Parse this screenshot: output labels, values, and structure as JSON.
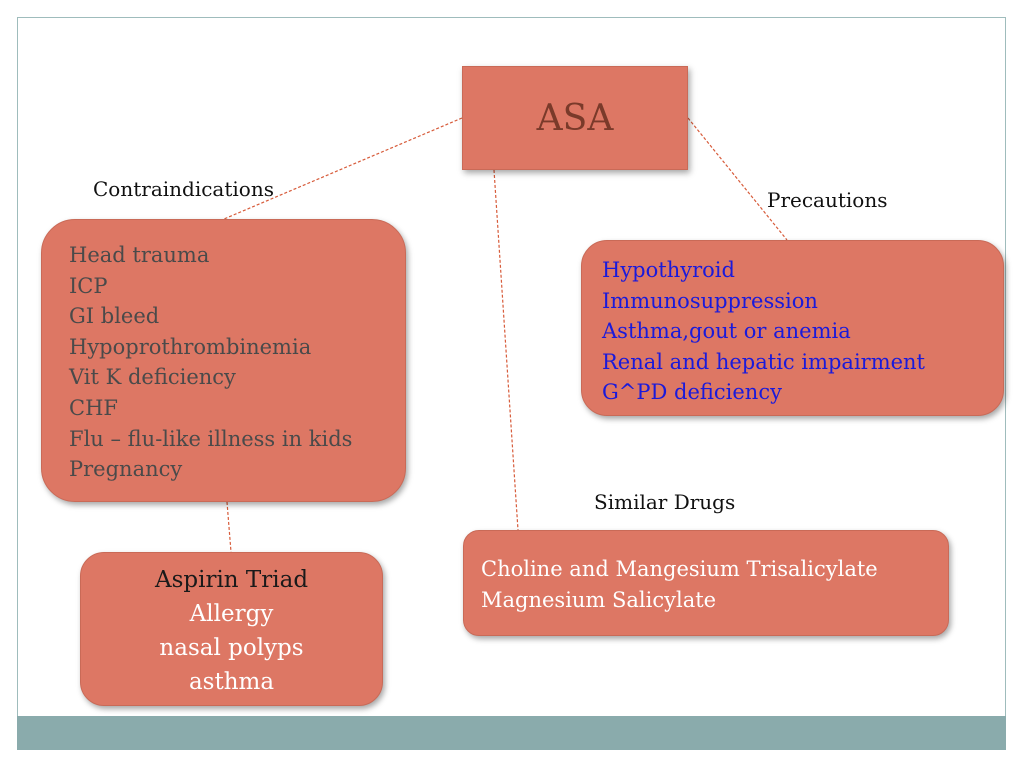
{
  "colors": {
    "box_fill": "#dd7764",
    "connector": "#d75b3a",
    "footer_band": "#8aabac",
    "precautions_text": "#1a1adb",
    "title_text": "#7a3a2a"
  },
  "title": "ASA",
  "labels": {
    "contraindications": "Contraindications",
    "precautions": "Precautions",
    "similar_drugs": "Similar Drugs"
  },
  "contraindications": [
    "Head trauma",
    "ICP",
    "GI bleed",
    "Hypoprothrombinemia",
    "Vit K deficiency",
    "CHF",
    "Flu – flu-like illness in kids",
    "Pregnancy"
  ],
  "precautions": [
    "Hypothyroid",
    "Immunosuppression",
    "Asthma,gout or anemia",
    "Renal and hepatic impairment",
    "G^PD deficiency"
  ],
  "similar_drugs": [
    "Choline and Mangesium Trisalicylate",
    "Magnesium Salicylate"
  ],
  "aspirin_triad": {
    "title": "Aspirin Triad",
    "items": [
      "Allergy",
      "nasal polyps",
      "asthma"
    ]
  }
}
